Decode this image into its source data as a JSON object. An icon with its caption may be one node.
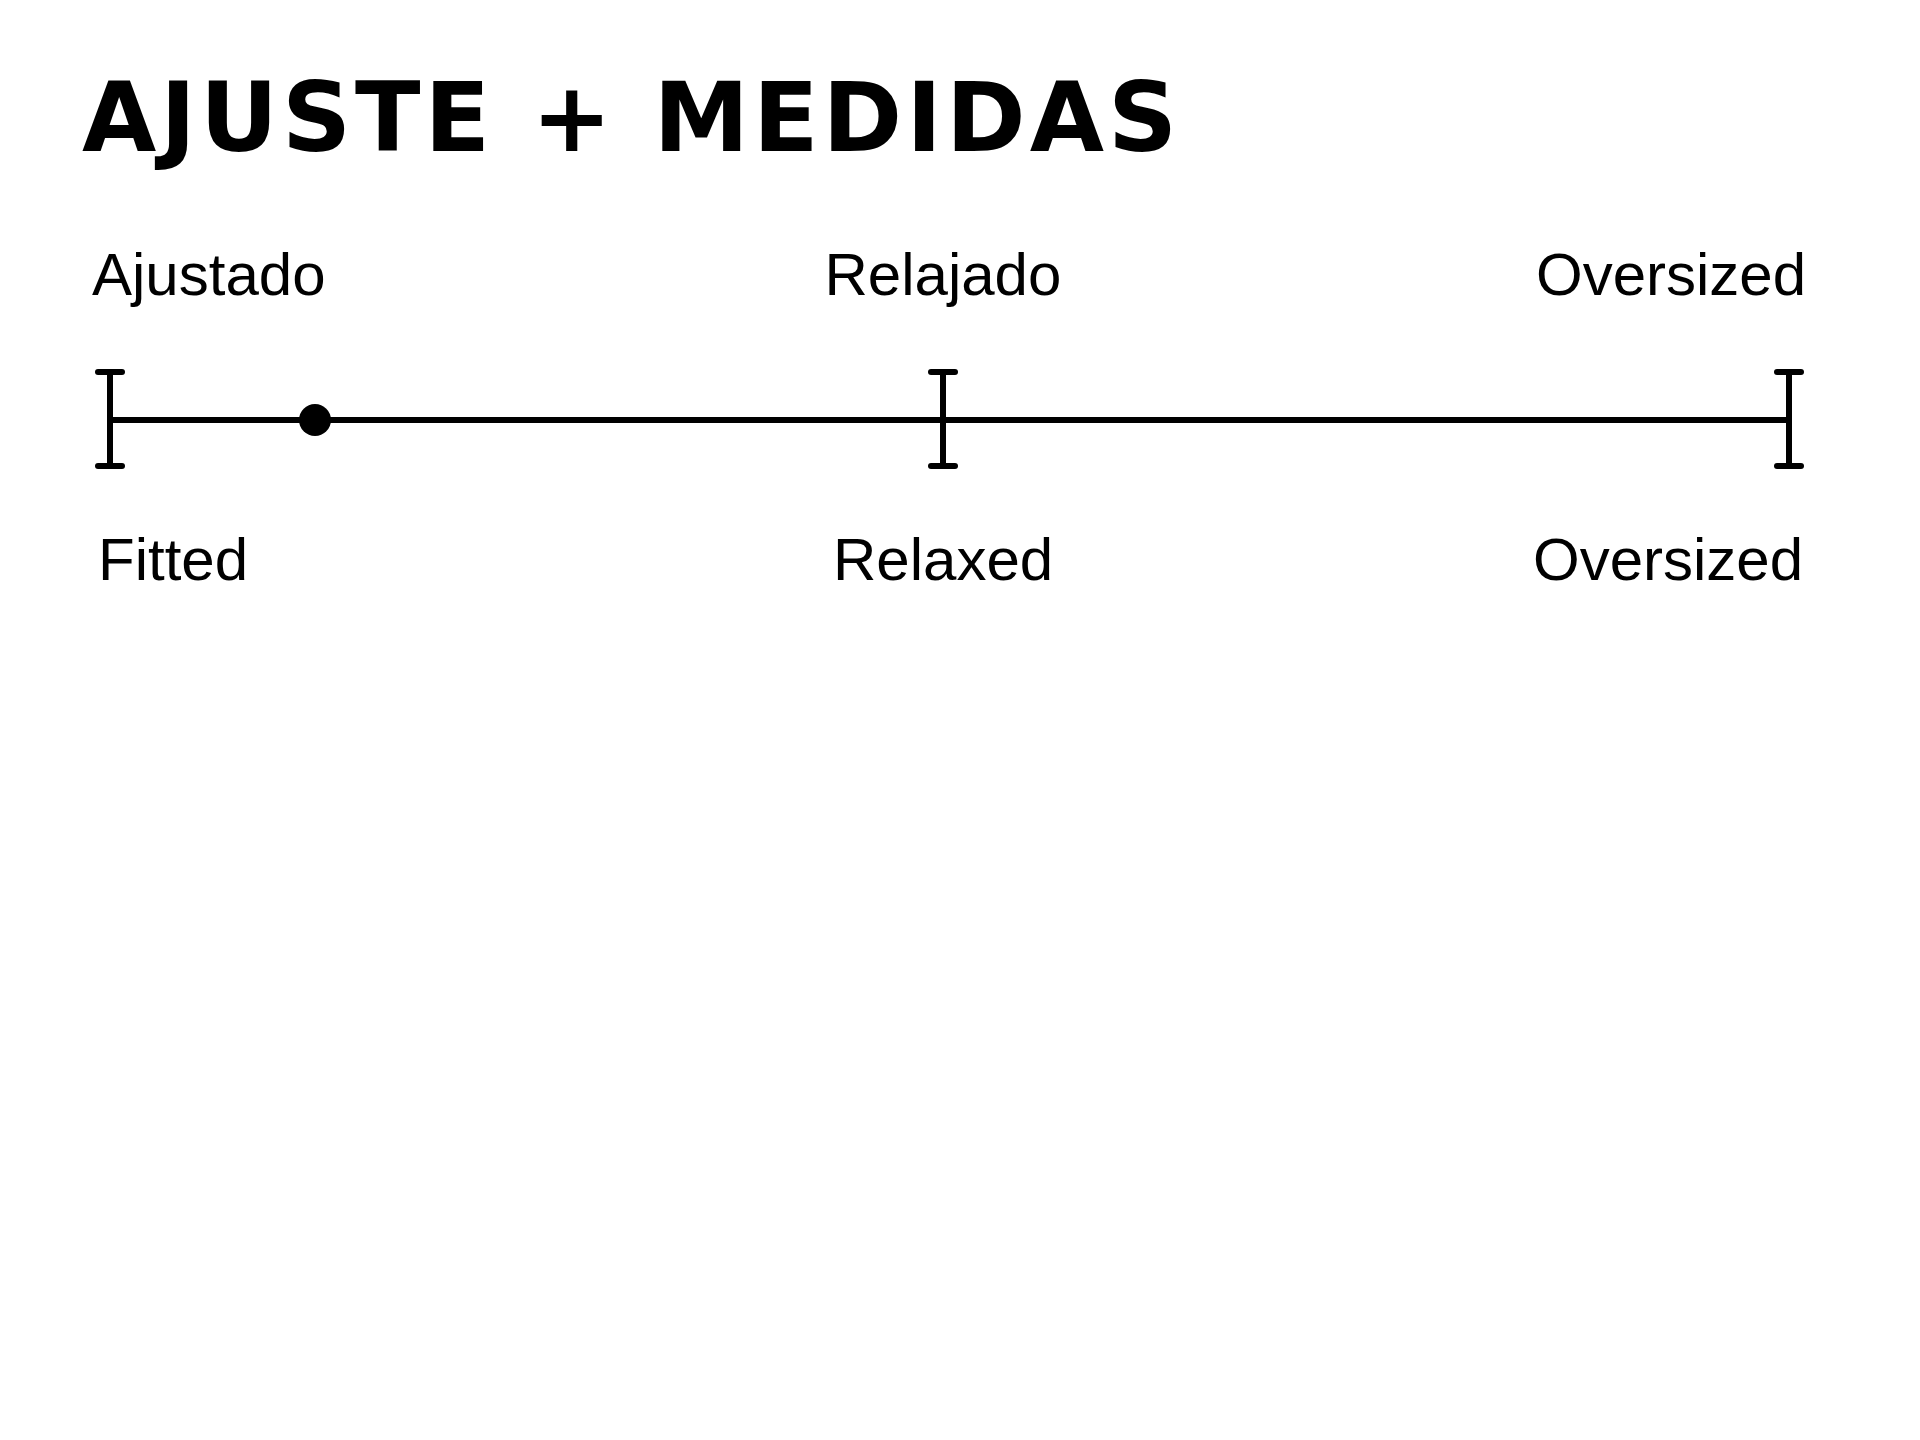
{
  "diagram": {
    "title": "AJUSTE + MEDIDAS",
    "labels": [
      "Ajustado",
      "Relajado",
      "Oversized",
      "Fitted",
      "Relaxed",
      "Oversized"
    ]
  }
}
